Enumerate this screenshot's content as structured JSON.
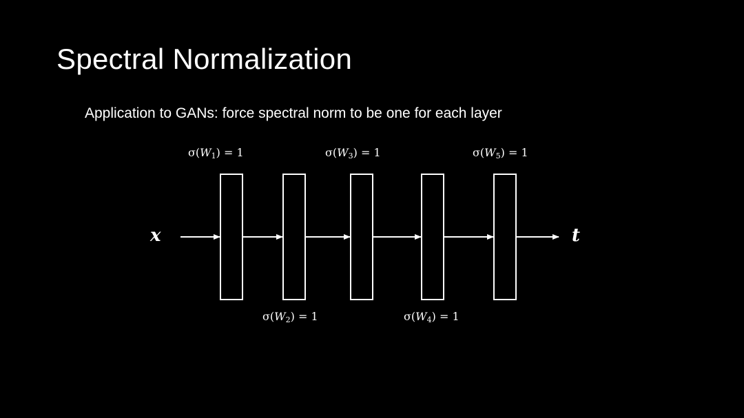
{
  "slide": {
    "title": "Spectral Normalization",
    "subtitle": "Application to GANs: force spectral norm to be one for each layer"
  },
  "diagram": {
    "input_label": "x",
    "output_label": "t",
    "layers": [
      {
        "sigma": "σ(",
        "w": "W",
        "sub": "1",
        "rest": ") = 1"
      },
      {
        "sigma": "σ(",
        "w": "W",
        "sub": "2",
        "rest": ") = 1"
      },
      {
        "sigma": "σ(",
        "w": "W",
        "sub": "3",
        "rest": ") = 1"
      },
      {
        "sigma": "σ(",
        "w": "W",
        "sub": "4",
        "rest": ") = 1"
      },
      {
        "sigma": "σ(",
        "w": "W",
        "sub": "5",
        "rest": ") = 1"
      }
    ]
  },
  "colors": {
    "background": "#000000",
    "foreground": "#ffffff"
  }
}
